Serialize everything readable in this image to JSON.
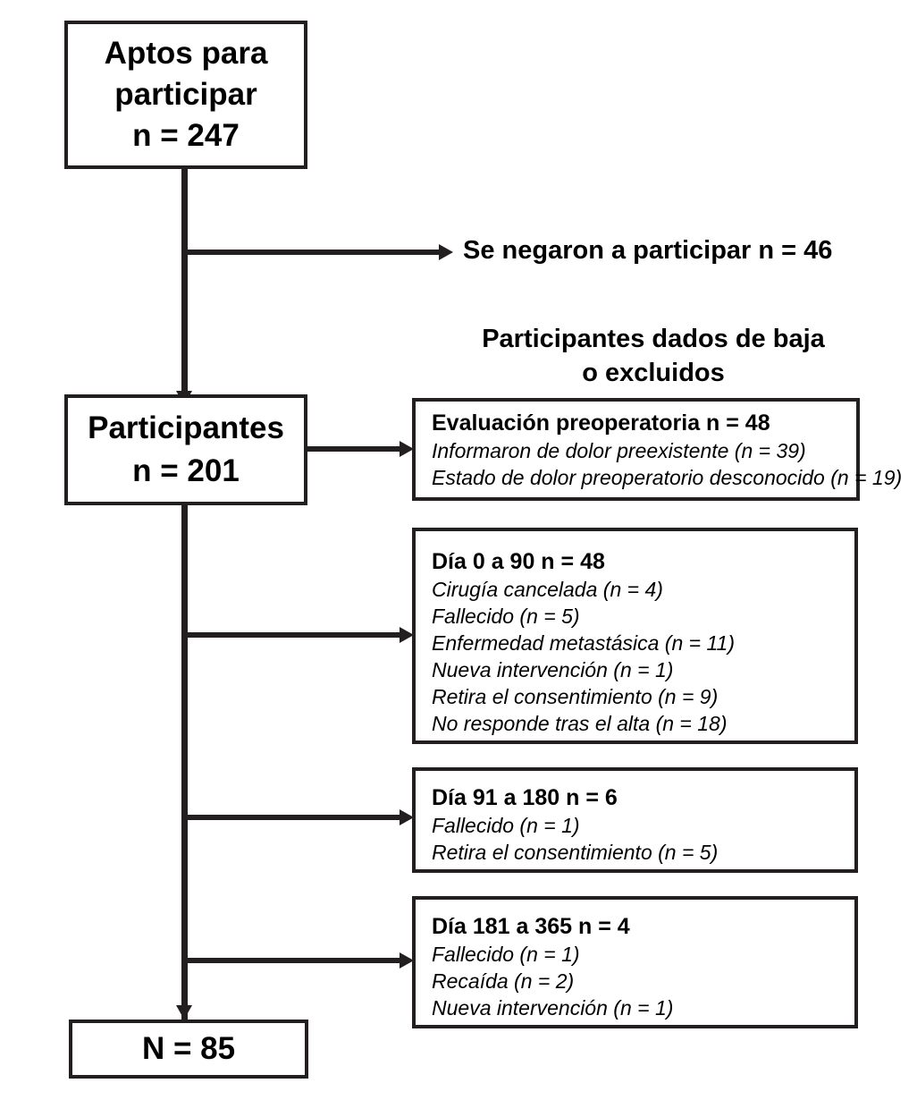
{
  "diagram": {
    "type": "participant-flow-diagram",
    "language": "es",
    "stroke_color": "#231f20",
    "background_color": "#ffffff",
    "nodes": {
      "eligible": {
        "lines": [
          "Aptos para",
          "participar",
          "n = 247"
        ],
        "n": 247
      },
      "participants": {
        "lines": [
          "Participantes",
          "n = 201"
        ],
        "n": 201
      },
      "final": {
        "label": "N = 85",
        "n": 85
      }
    },
    "side_labels": {
      "refused": "Se negaron a participar n = 46",
      "refused_n": 46
    },
    "exclusions_header": {
      "line1": "Participantes dados de baja",
      "line2": "o excluidos"
    },
    "exclusion_groups": [
      {
        "title": "Evaluación preoperatoria n = 48",
        "n": 48,
        "items": [
          "Informaron de dolor preexistente (n = 39)",
          "Estado de dolor preoperatorio desconocido (n = 19)"
        ]
      },
      {
        "title": "Día 0 a 90 n = 48",
        "n": 48,
        "items": [
          "Cirugía cancelada (n = 4)",
          "Fallecido (n = 5)",
          "Enfermedad metastásica (n = 11)",
          "Nueva intervención (n = 1)",
          "Retira el consentimiento (n = 9)",
          "No responde tras el alta (n = 18)"
        ]
      },
      {
        "title": "Día 91 a 180 n = 6",
        "n": 6,
        "items": [
          "Fallecido (n = 1)",
          "Retira el consentimiento (n = 5)"
        ]
      },
      {
        "title": "Día 181 a 365 n = 4",
        "n": 4,
        "items": [
          "Fallecido (n = 1)",
          "Recaída (n = 2)",
          "Nueva intervención (n = 1)"
        ]
      }
    ]
  }
}
